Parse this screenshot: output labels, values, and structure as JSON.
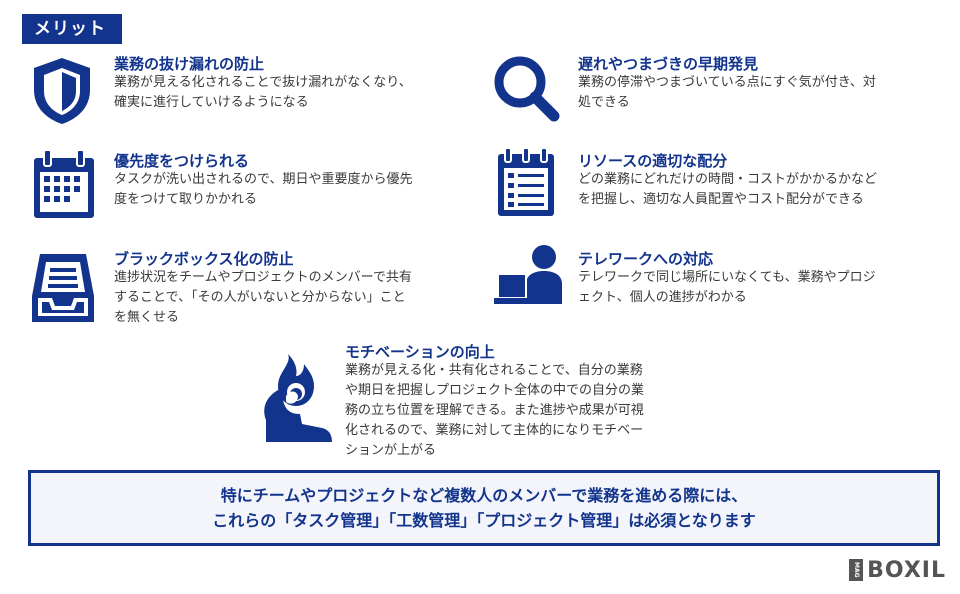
{
  "header": {
    "tag": "メリット"
  },
  "items": [
    {
      "icon": "shield-icon",
      "title": "業務の抜け漏れの防止",
      "desc": [
        "業務が見える化されることで抜け漏れがなくなり、",
        "確実に進行していけるようになる"
      ]
    },
    {
      "icon": "magnifier-icon",
      "title": "遅れやつまづきの早期発見",
      "desc": [
        "業務の停滞やつまづいている点にすぐ気が付き、対",
        "処できる"
      ]
    },
    {
      "icon": "calendar-icon",
      "title": "優先度をつけられる",
      "desc": [
        "タスクが洗い出されるので、期日や重要度から優先",
        "度をつけて取りかかれる"
      ]
    },
    {
      "icon": "checklist-icon",
      "title": "リソースの適切な配分",
      "desc": [
        "どの業務にどれだけの時間・コストがかかるかなど",
        "を把握し、適切な人員配置やコスト配分ができる"
      ]
    },
    {
      "icon": "inbox-tray-icon",
      "title": "ブラックボックス化の防止",
      "desc": [
        "進捗状況をチームやプロジェクトのメンバーで共有",
        "することで、「その人がいないと分からない」こと",
        "を無くせる"
      ]
    },
    {
      "icon": "remote-work-icon",
      "title": "テレワークへの対応",
      "desc": [
        "テレワークで同じ場所にいなくても、業務やプロジ",
        "ェクト、個人の進捗がわかる"
      ]
    },
    {
      "icon": "motivated-person-icon",
      "title": "モチベーションの向上",
      "desc": [
        "業務が見える化・共有化されることで、自分の業務",
        "や期日を把握しプロジェクト全体の中での自分の業",
        "務の立ち位置を理解できる。また進捗や成果が可視",
        "化されるので、業務に対して主体的になりモチベー",
        "ションが上がる"
      ]
    }
  ],
  "callout": {
    "line1": "特にチームやプロジェクトなど複数人のメンバーで業務を進める際には、",
    "line2": "これらの「タスク管理」「工数管理」「プロジェクト管理」は必須となります"
  },
  "brand": {
    "mag": "MAG",
    "name": "BOXIL"
  },
  "colors": {
    "accent": "#13348c"
  }
}
